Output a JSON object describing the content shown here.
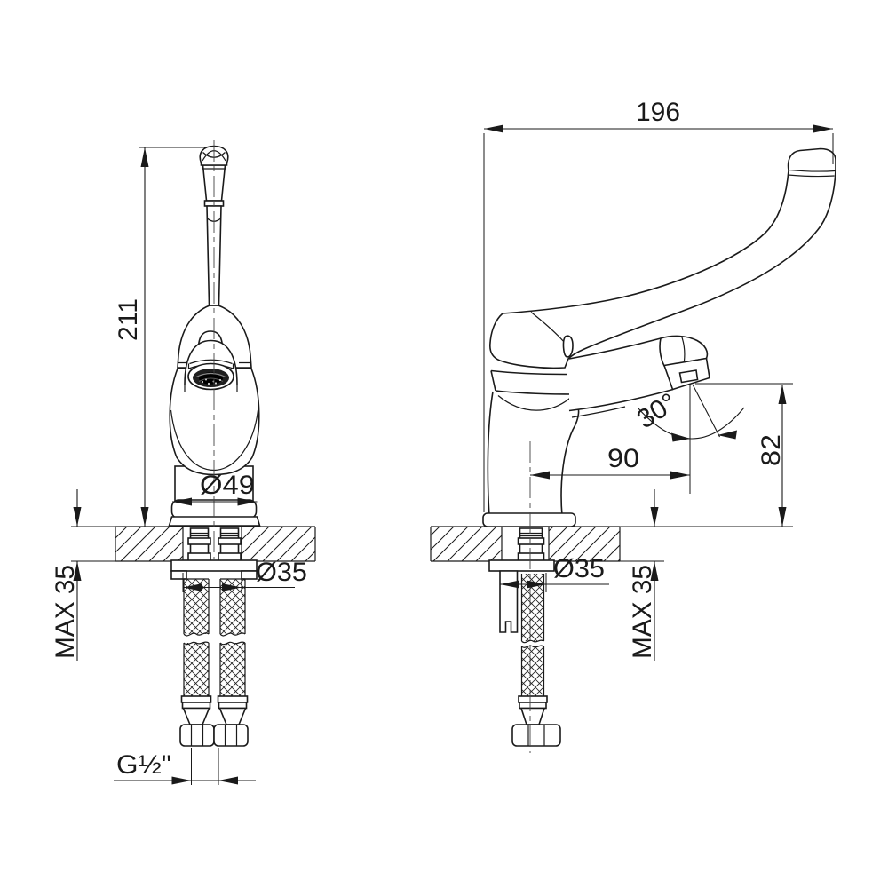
{
  "drawing": {
    "front_view": {
      "overall_height": "211",
      "base_diameter": "Ø49",
      "hole_diameter": "Ø35",
      "max_counter_thickness": "MAX 35",
      "connection_thread": "G½\""
    },
    "side_view": {
      "overall_length": "196",
      "spout_reach": "90",
      "outlet_height": "82",
      "outlet_angle": "30°",
      "hole_diameter": "Ø35",
      "max_counter_thickness": "MAX 35"
    }
  }
}
